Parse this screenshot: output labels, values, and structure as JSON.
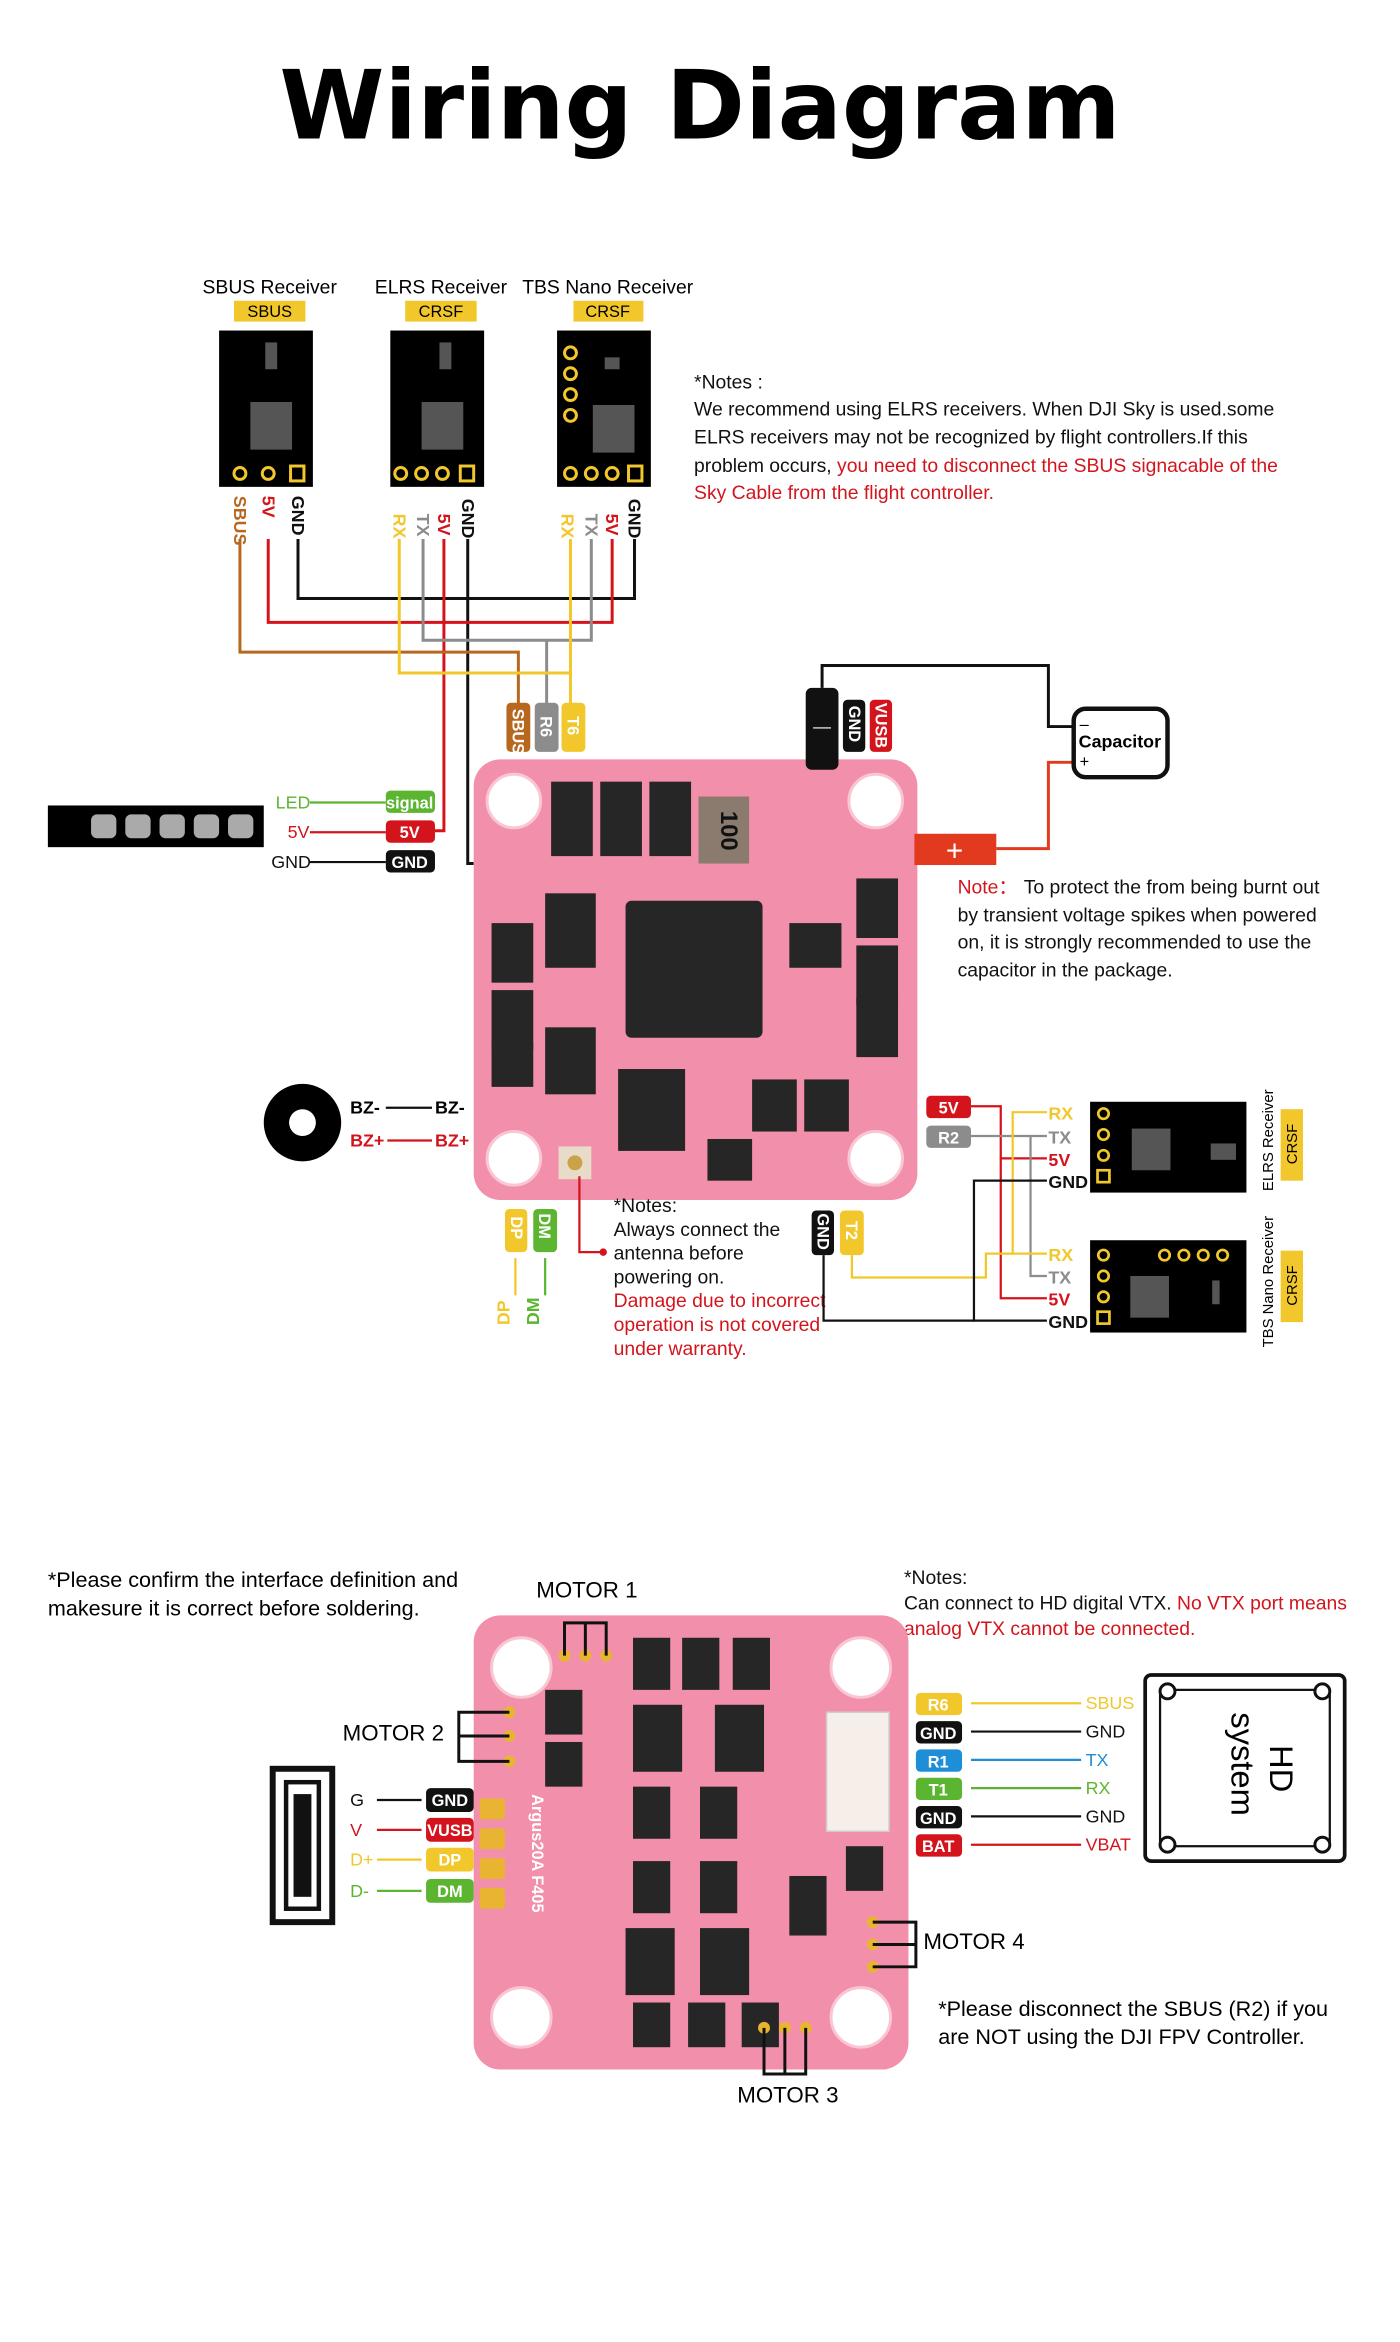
{
  "title": "Wiring Diagram",
  "colors": {
    "sbus": "#b8671f",
    "red": "#d4141c",
    "yellow": "#f2c72b",
    "gray": "#8c8c8c",
    "black": "#111111",
    "green": "#5cb531",
    "blue": "#1e8fd6",
    "board": "#f28fab"
  },
  "receivers_top": [
    {
      "name": "SBUS Receiver",
      "protocol": "SBUS",
      "pins": [
        "SBUS",
        "5V",
        "GND"
      ]
    },
    {
      "name": "ELRS Receiver",
      "protocol": "CRSF",
      "pins": [
        "RX",
        "TX",
        "5V",
        "GND"
      ]
    },
    {
      "name": "TBS Nano Receiver",
      "protocol": "CRSF",
      "pins": [
        "RX",
        "TX",
        "5V",
        "GND"
      ]
    }
  ],
  "notes_top": {
    "heading": "*Notes :",
    "line1": "We recommend using ELRS receivers. When DJI Sky is used.some",
    "line2": "ELRS receivers may not be recognized by flight controllers.If this",
    "line3a": "problem occurs, ",
    "line3b": "you need to disconnect the SBUS signacable of the",
    "line4": "Sky Cable from the flight controller."
  },
  "fc_pads_top": [
    "SBUS",
    "R6",
    "T6"
  ],
  "capacitor": {
    "pads": [
      "GND",
      "VUSB"
    ],
    "label": "Capacitor",
    "minus": "–",
    "plus": "+",
    "minus_bar": "—",
    "plus_block": "+"
  },
  "capacitor_note": {
    "prefix": "Note：",
    "line1": "To protect the from being burnt out",
    "line2": "by transient voltage spikes when powered",
    "line3": "on, it is strongly recommended to use the",
    "line4": "capacitor in the package."
  },
  "led": {
    "labels": [
      "LED",
      "5V",
      "GND"
    ],
    "tags": [
      "signal",
      "5V",
      "GND"
    ]
  },
  "buzzer": {
    "left": [
      "BZ-",
      "BZ+"
    ],
    "right": [
      "BZ-",
      "BZ+"
    ]
  },
  "usb_pads": {
    "tags": [
      "DP",
      "DM"
    ],
    "labels": [
      "DP",
      "DM"
    ]
  },
  "antenna_note": {
    "heading": "*Notes:",
    "line1": "Always connect the",
    "line2": "antenna before",
    "line3": "powering on.",
    "line4": "Damage due to incorrect",
    "line5": "operation is not covered",
    "line6": "under warranty."
  },
  "uart2_pads": [
    "GND",
    "T2"
  ],
  "right_tags": [
    "5V",
    "R2"
  ],
  "receivers_right": [
    {
      "name": "ELRS Receiver",
      "protocol": "CRSF",
      "pins": [
        "RX",
        "TX",
        "5V",
        "GND"
      ]
    },
    {
      "name": "TBS Nano Receiver",
      "protocol": "CRSF",
      "pins": [
        "RX",
        "TX",
        "5V",
        "GND"
      ]
    }
  ],
  "bottom": {
    "confirm_note": {
      "line1": "*Please confirm the interface definition and",
      "line2": "makesure it is correct before soldering."
    },
    "vtx_note": {
      "heading": "*Notes:",
      "line1a": "Can connect to HD digital VTX.",
      "line1b": " No VTX port means",
      "line2": "analog VTX cannot be connected."
    },
    "motors": [
      "MOTOR 1",
      "MOTOR 2",
      "MOTOR 3",
      "MOTOR 4"
    ],
    "usb": {
      "labels": [
        "G",
        "V",
        "D+",
        "D-"
      ],
      "tags": [
        "GND",
        "VUSB",
        "DP",
        "DM"
      ]
    },
    "hd": {
      "tags": [
        "R6",
        "GND",
        "R1",
        "T1",
        "GND",
        "BAT"
      ],
      "labels": [
        "SBUS",
        "GND",
        "TX",
        "RX",
        "GND",
        "VBAT"
      ],
      "box_line1": "HD",
      "box_line2": "system"
    },
    "board_silk": "Argus20A F405",
    "sbus_note": {
      "line1": "*Please disconnect the SBUS (R2) if you",
      "line2": "are NOT using the DJI FPV Controller."
    }
  }
}
